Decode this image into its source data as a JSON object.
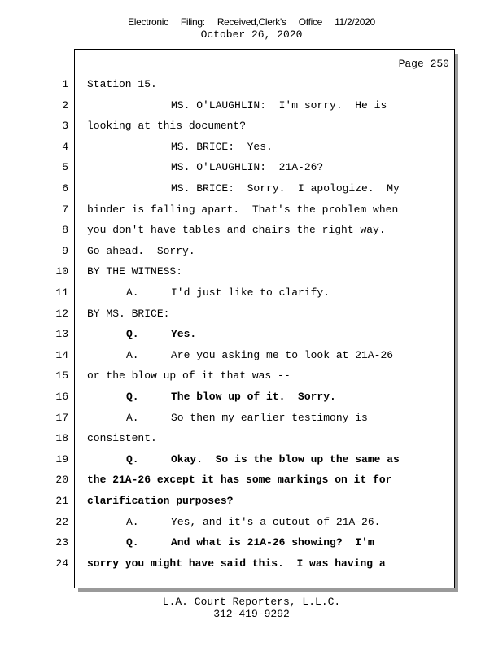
{
  "stamp": {
    "parts": [
      "Electronic",
      "Filing:",
      "Received,Clerk's",
      "Office",
      "11/2/2020"
    ]
  },
  "date": "October 26, 2020",
  "page_label": "Page 250",
  "lines": [
    {
      "n": "1",
      "type": "plain",
      "text": "Station 15."
    },
    {
      "n": "2",
      "type": "speaker",
      "text": "MS. O'LAUGHLIN:  I'm sorry.  He is"
    },
    {
      "n": "3",
      "type": "plain",
      "text": "looking at this document?"
    },
    {
      "n": "4",
      "type": "speaker",
      "text": "MS. BRICE:  Yes."
    },
    {
      "n": "5",
      "type": "speaker",
      "text": "MS. O'LAUGHLIN:  21A-26?"
    },
    {
      "n": "6",
      "type": "speaker",
      "text": "MS. BRICE:  Sorry.  I apologize.  My"
    },
    {
      "n": "7",
      "type": "plain",
      "text": "binder is falling apart.  That's the problem when"
    },
    {
      "n": "8",
      "type": "plain",
      "text": "you don't have tables and chairs the right way."
    },
    {
      "n": "9",
      "type": "plain",
      "text": "Go ahead.  Sorry."
    },
    {
      "n": "10",
      "type": "plain",
      "text": "BY THE WITNESS:"
    },
    {
      "n": "11",
      "type": "qa",
      "label": "A.",
      "text": "I'd just like to clarify."
    },
    {
      "n": "12",
      "type": "plain",
      "text": "BY MS. BRICE:"
    },
    {
      "n": "13",
      "type": "qa",
      "bold": true,
      "label": "Q.",
      "text": "Yes."
    },
    {
      "n": "14",
      "type": "qa",
      "label": "A.",
      "text": "Are you asking me to look at 21A-26"
    },
    {
      "n": "15",
      "type": "plain",
      "text": "or the blow up of it that was --"
    },
    {
      "n": "16",
      "type": "qa",
      "bold": true,
      "label": "Q.",
      "text": "The blow up of it.  Sorry."
    },
    {
      "n": "17",
      "type": "qa",
      "label": "A.",
      "text": "So then my earlier testimony is"
    },
    {
      "n": "18",
      "type": "plain",
      "text": "consistent."
    },
    {
      "n": "19",
      "type": "qa",
      "bold": true,
      "label": "Q.",
      "text": "Okay.  So is the blow up the same as"
    },
    {
      "n": "20",
      "type": "plain",
      "bold": true,
      "text": "the 21A-26 except it has some markings on it for"
    },
    {
      "n": "21",
      "type": "plain",
      "bold": true,
      "text": "clarification purposes?"
    },
    {
      "n": "22",
      "type": "qa",
      "label": "A.",
      "text": "Yes, and it's a cutout of 21A-26."
    },
    {
      "n": "23",
      "type": "qa",
      "bold": true,
      "label": "Q.",
      "text": "And what is 21A-26 showing?  I'm"
    },
    {
      "n": "24",
      "type": "plain",
      "bold": true,
      "text": "sorry you might have said this.  I was having a"
    }
  ],
  "footer": {
    "company": "L.A. Court Reporters, L.L.C.",
    "phone": "312-419-9292"
  }
}
